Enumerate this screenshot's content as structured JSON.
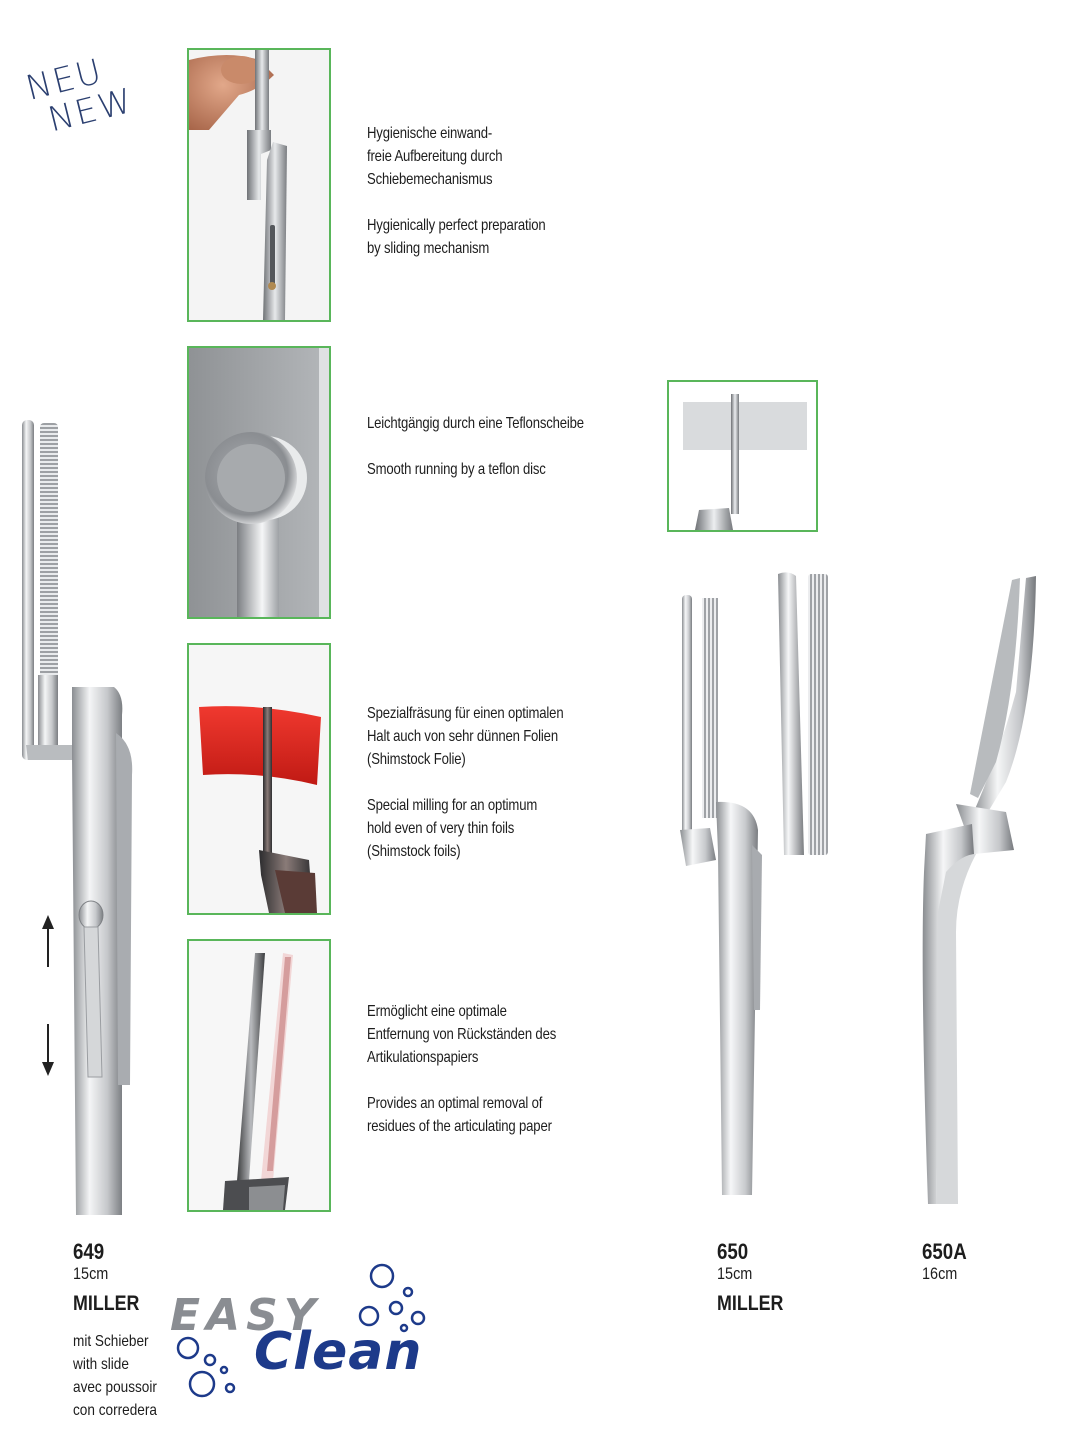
{
  "stamp": {
    "line1": "NEU",
    "line2": "NEW"
  },
  "features": [
    {
      "de": "Hygienische einwand-\nfreie Aufbereitung durch\nSchiebemechanismus",
      "en": "Hygienically perfect preparation\nby sliding mechanism",
      "image": "forceps-held-in-hand"
    },
    {
      "de": "Leichtgängig durch eine Teflonscheibe",
      "en": "Smooth running by a teflon disc",
      "image": "teflon-disc-closeup"
    },
    {
      "de": "Spezialfräsung für einen optimalen\nHalt auch von sehr dünnen Folien\n(Shimstock Folie)",
      "en": "Special milling for an optimum\nhold even of very thin foils\n(Shimstock foils)",
      "image": "red-foil-in-tips"
    },
    {
      "de": "Ermöglicht eine optimale\nEntfernung von Rückständen des\nArtikulationspapiers",
      "en": "Provides an optimal removal of\nresidues of the articulating paper",
      "image": "articulating-paper-tips"
    }
  ],
  "products": {
    "p649": {
      "code": "649",
      "size": "15cm",
      "name": "MILLER",
      "desc": [
        "mit Schieber",
        "with slide",
        "avec poussoir",
        "con corredera"
      ]
    },
    "p650": {
      "code": "650",
      "size": "15cm",
      "name": "MILLER"
    },
    "p650a": {
      "code": "650A",
      "size": "16cm"
    }
  },
  "logo": {
    "word1": "EASY",
    "word2": "Clean"
  },
  "colors": {
    "frame_border": "#59b65a",
    "logo_blue": "#1d3a8a",
    "logo_grey": "#8a8d92",
    "stamp": "#2b3f70",
    "foil_red": "#e0261f"
  }
}
